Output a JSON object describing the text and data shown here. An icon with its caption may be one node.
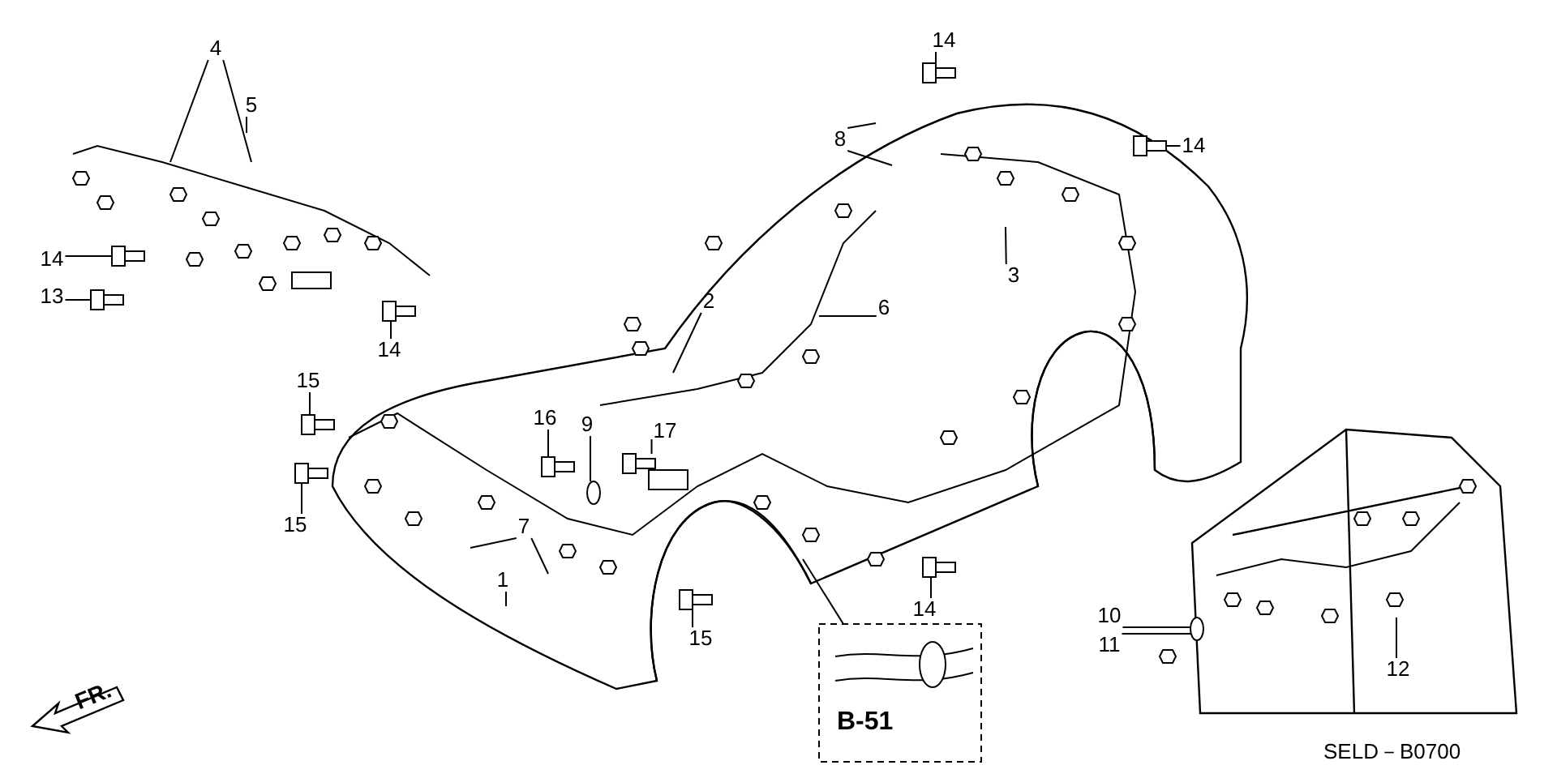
{
  "diagram": {
    "nodes": [
      {
        "text": [
          "4"
        ]
      },
      {
        "text": [
          "5"
        ]
      },
      {
        "text": [
          "14"
        ]
      },
      {
        "text": [
          "13"
        ]
      },
      {
        "text": [
          "14"
        ]
      },
      {
        "text": [
          "14"
        ]
      },
      {
        "text": [
          "8"
        ]
      },
      {
        "text": [
          "14"
        ]
      },
      {
        "text": [
          "3"
        ]
      },
      {
        "text": [
          "2"
        ]
      },
      {
        "text": [
          "6"
        ]
      },
      {
        "text": [
          "15"
        ]
      },
      {
        "text": [
          "16"
        ]
      },
      {
        "text": [
          "9"
        ]
      },
      {
        "text": [
          "17"
        ]
      },
      {
        "text": [
          "15"
        ]
      },
      {
        "text": [
          "7"
        ]
      },
      {
        "text": [
          "1"
        ]
      },
      {
        "text": [
          "14"
        ]
      },
      {
        "text": [
          "15"
        ]
      },
      {
        "text": [
          "10"
        ]
      },
      {
        "text": [
          "11"
        ]
      },
      {
        "text": [
          "12"
        ]
      },
      {
        "text": [],
        "shape": "picture"
      },
      {
        "text": [],
        "shape": "picture"
      },
      {
        "text": [],
        "shape": "picture"
      },
      {
        "text": [],
        "shape": "picture"
      },
      {
        "text": [],
        "shape": "picture"
      },
      {
        "text": [],
        "shape": "picture"
      },
      {
        "text": [],
        "shape": "picture"
      },
      {
        "text": [],
        "shape": "picture"
      },
      {
        "text": [],
        "shape": "picture"
      },
      {
        "text": [],
        "shape": "picture"
      },
      {
        "text": [],
        "shape": "picture"
      },
      {
        "text": [],
        "shape": "circle"
      },
      {
        "text": [],
        "shape": "circle"
      }
    ],
    "edges": [
      {
        "from": 0,
        "to": null,
        "arrow": "none"
      },
      {
        "from": 0,
        "to": null,
        "arrow": "none"
      },
      {
        "from": 1,
        "to": null,
        "arrow": "none"
      },
      {
        "from": 2,
        "to": 25,
        "arrow": "none"
      },
      {
        "from": 3,
        "to": 26,
        "arrow": "none"
      },
      {
        "from": 4,
        "to": 27,
        "arrow": "none"
      },
      {
        "from": 5,
        "to": 23,
        "arrow": "none"
      },
      {
        "from": 6,
        "to": null,
        "arrow": "none"
      },
      {
        "from": 6,
        "to": null,
        "arrow": "none"
      },
      {
        "from": 7,
        "to": 24,
        "arrow": "none"
      },
      {
        "from": 8,
        "to": null,
        "arrow": "none"
      },
      {
        "from": 9,
        "to": null,
        "arrow": "none"
      },
      {
        "from": 10,
        "to": null,
        "arrow": "none"
      },
      {
        "from": 11,
        "to": 28,
        "arrow": "none"
      },
      {
        "from": 12,
        "to": 30,
        "arrow": "none"
      },
      {
        "from": 13,
        "to": 35,
        "arrow": "none"
      },
      {
        "from": 14,
        "to": 29,
        "arrow": "none"
      },
      {
        "from": 15,
        "to": 31,
        "arrow": "none"
      },
      {
        "from": 16,
        "to": null,
        "arrow": "none"
      },
      {
        "from": 16,
        "to": null,
        "arrow": "none"
      },
      {
        "from": 17,
        "to": null,
        "arrow": "none"
      },
      {
        "from": 18,
        "to": 32,
        "arrow": "none"
      },
      {
        "from": 19,
        "to": 33,
        "arrow": "none"
      },
      {
        "from": 20,
        "to": 34,
        "arrow": "none"
      },
      {
        "from": 21,
        "to": 34,
        "arrow": "none"
      },
      {
        "from": 22,
        "to": null,
        "arrow": "none"
      }
    ],
    "labels": [
      "FR.",
      "B-51",
      "SELD－B0700"
    ]
  }
}
